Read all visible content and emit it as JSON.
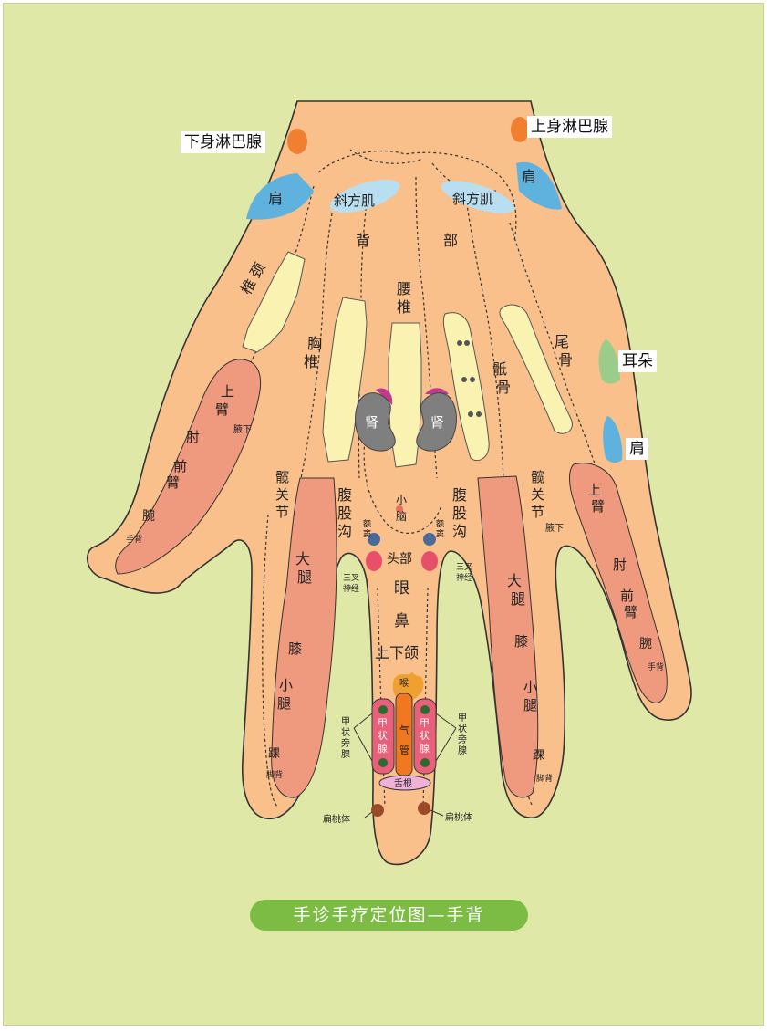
{
  "title": "手诊手疗定位图—手背",
  "external_labels": {
    "lower_lymph": "下身淋巴腺",
    "upper_lymph": "上身淋巴腺",
    "ear": "耳朵",
    "shoulder_right": "肩"
  },
  "labels": {
    "shoulder": "肩",
    "trapezius": "斜方肌",
    "back_1": "背",
    "back_2": "部",
    "cervical_1": "颈",
    "cervical_2": "椎",
    "thoracic_1": "胸",
    "thoracic_2": "椎",
    "lumbar_1": "腰",
    "lumbar_2": "椎",
    "sacrum_1": "骶",
    "sacrum_2": "骨",
    "coccyx_1": "尾",
    "coccyx_2": "骨",
    "kidney": "肾",
    "upper_arm_1": "上",
    "upper_arm_2": "臂",
    "elbow": "肘",
    "forearm_1": "前",
    "forearm_2": "臂",
    "wrist": "腕",
    "hand_back": "手背",
    "armpit": "腋下",
    "hip_1": "髋",
    "hip_2": "关",
    "hip_3": "节",
    "groin_1": "腹",
    "groin_2": "股",
    "groin_3": "沟",
    "cerebellum_1": "小",
    "cerebellum_2": "脑",
    "sinus_1": "额",
    "sinus_2": "窦",
    "head": "头部",
    "trigeminal_1": "三叉",
    "trigeminal_2": "神经",
    "eye": "眼",
    "nose": "鼻",
    "jaw": "上下颌",
    "thigh_1": "大",
    "thigh_2": "腿",
    "knee": "膝",
    "calf_1": "小",
    "calf_2": "腿",
    "ankle": "踝",
    "foot_back": "脚背",
    "throat": "喉",
    "thyroid_1": "甲",
    "thyroid_2": "状",
    "thyroid_3": "腺",
    "trachea_1": "气",
    "trachea_2": "管",
    "parathyroid_1": "甲",
    "parathyroid_2": "状",
    "parathyroid_3": "旁",
    "parathyroid_4": "腺",
    "tongue_root": "舌根",
    "tonsil": "扁桃体"
  },
  "colors": {
    "background": "#e0e8a8",
    "skin": "#f9c08c",
    "skin_dark": "#f5a96e",
    "limb": "#ef9a7e",
    "bone": "#faf2b0",
    "shoulder": "#5fb2de",
    "trapezius": "#b8def0",
    "lymph": "#f08030",
    "ear": "#9ccc8a",
    "kidney": "#7f7f7f",
    "adrenal": "#c23a8c",
    "throat": "#f0a030",
    "thyroid": "#e8607a",
    "trachea": "#f07820",
    "tongue": "#f0b0d8",
    "tonsil": "#9a4a28",
    "trigeminal": "#e8506a",
    "sinus": "#4a6a9a",
    "caption_bg": "#7cbc45"
  }
}
